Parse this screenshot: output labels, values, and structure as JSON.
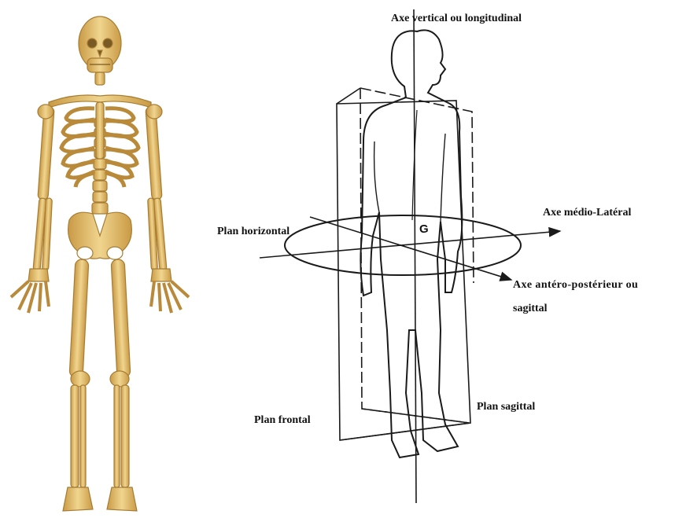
{
  "colors": {
    "bone": "#e8c77a",
    "bone_shadow": "#b48a3c",
    "bone_highlight": "#f6e3b0",
    "ink": "#1a1a1a",
    "background": "#ffffff"
  },
  "skeleton": {
    "icon": "human-skeleton-illustration"
  },
  "diagram": {
    "icon": "human-figure-planes-and-axes",
    "labels": {
      "vertical_axis": "Axe vertical ou longitudinal",
      "medio_lateral_axis": "Axe médio-Latéral",
      "horizontal_plane": "Plan horizontal",
      "center_of_gravity": "G",
      "antero_posterior_axis_line1": "Axe antéro-postérieur ou",
      "antero_posterior_axis_line2": "sagittal",
      "frontal_plane": "Plan frontal",
      "sagittal_plane": "Plan sagittal"
    }
  }
}
